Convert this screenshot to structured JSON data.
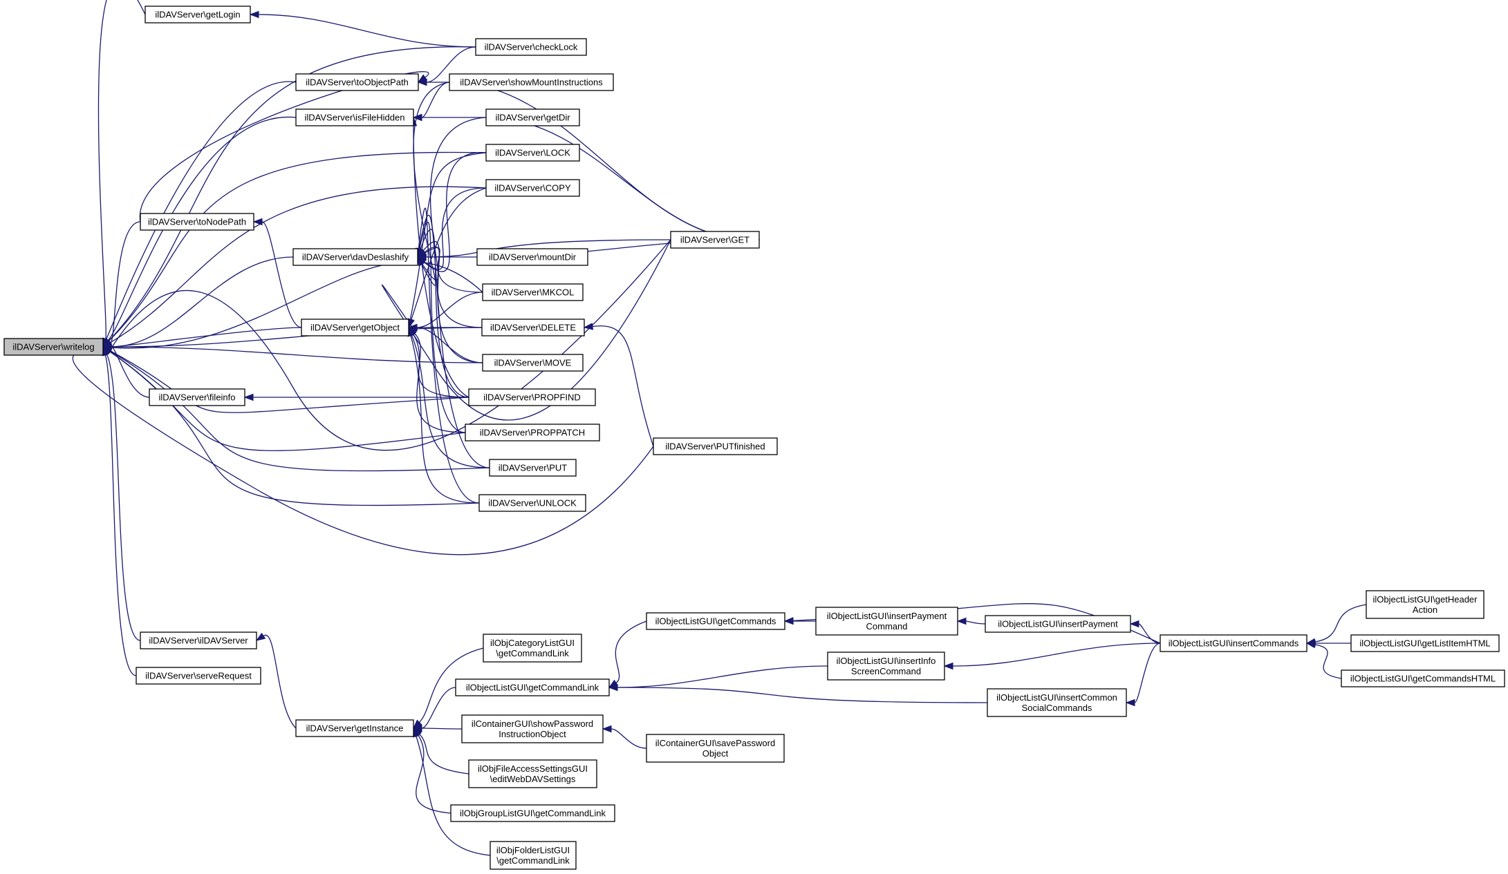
{
  "diagram": {
    "type": "call-graph",
    "root": "writelog",
    "colors": {
      "edge": "#191970",
      "root_fill": "#bfbfbf",
      "node_fill": "#ffffff",
      "node_border": "#000000"
    },
    "nodes": [
      {
        "id": "writelog",
        "lines": [
          "ilDAVServer\\writelog"
        ]
      },
      {
        "id": "getLogin",
        "lines": [
          "ilDAVServer\\getLogin"
        ]
      },
      {
        "id": "toObjectPath",
        "lines": [
          "ilDAVServer\\toObjectPath"
        ]
      },
      {
        "id": "isFileHidden",
        "lines": [
          "ilDAVServer\\isFileHidden"
        ]
      },
      {
        "id": "toNodePath",
        "lines": [
          "ilDAVServer\\toNodePath"
        ]
      },
      {
        "id": "davDeslashify",
        "lines": [
          "ilDAVServer\\davDeslashify"
        ]
      },
      {
        "id": "getObject",
        "lines": [
          "ilDAVServer\\getObject"
        ]
      },
      {
        "id": "fileinfo",
        "lines": [
          "ilDAVServer\\fileinfo"
        ]
      },
      {
        "id": "ilDAVServer_ctor",
        "lines": [
          "ilDAVServer\\ilDAVServer"
        ]
      },
      {
        "id": "serveRequest",
        "lines": [
          "ilDAVServer\\serveRequest"
        ]
      },
      {
        "id": "checkLock",
        "lines": [
          "ilDAVServer\\checkLock"
        ]
      },
      {
        "id": "showMountInstructions",
        "lines": [
          "ilDAVServer\\showMountInstructions"
        ]
      },
      {
        "id": "getDir",
        "lines": [
          "ilDAVServer\\getDir"
        ]
      },
      {
        "id": "LOCK",
        "lines": [
          "ilDAVServer\\LOCK"
        ]
      },
      {
        "id": "COPY",
        "lines": [
          "ilDAVServer\\COPY"
        ]
      },
      {
        "id": "mountDir",
        "lines": [
          "ilDAVServer\\mountDir"
        ]
      },
      {
        "id": "MKCOL",
        "lines": [
          "ilDAVServer\\MKCOL"
        ]
      },
      {
        "id": "DELETE",
        "lines": [
          "ilDAVServer\\DELETE"
        ]
      },
      {
        "id": "MOVE",
        "lines": [
          "ilDAVServer\\MOVE"
        ]
      },
      {
        "id": "PROPFIND",
        "lines": [
          "ilDAVServer\\PROPFIND"
        ]
      },
      {
        "id": "PROPPATCH",
        "lines": [
          "ilDAVServer\\PROPPATCH"
        ]
      },
      {
        "id": "PUT",
        "lines": [
          "ilDAVServer\\PUT"
        ]
      },
      {
        "id": "UNLOCK",
        "lines": [
          "ilDAVServer\\UNLOCK"
        ]
      },
      {
        "id": "GET",
        "lines": [
          "ilDAVServer\\GET"
        ]
      },
      {
        "id": "PUTfinished",
        "lines": [
          "ilDAVServer\\PUTfinished"
        ]
      },
      {
        "id": "getInstance",
        "lines": [
          "ilDAVServer\\getInstance"
        ]
      },
      {
        "id": "catGetCommandLink",
        "lines": [
          "ilObjCategoryListGUI",
          "\\getCommandLink"
        ]
      },
      {
        "id": "olGetCommandLink",
        "lines": [
          "ilObjectListGUI\\getCommandLink"
        ]
      },
      {
        "id": "showPasswordInstruction",
        "lines": [
          "ilContainerGUI\\showPassword",
          "InstructionObject"
        ]
      },
      {
        "id": "editWebDAVSettings",
        "lines": [
          "ilObjFileAccessSettingsGUI",
          "\\editWebDAVSettings"
        ]
      },
      {
        "id": "grpGetCommandLink",
        "lines": [
          "ilObjGroupListGUI\\getCommandLink"
        ]
      },
      {
        "id": "fldGetCommandLink",
        "lines": [
          "ilObjFolderListGUI",
          "\\getCommandLink"
        ]
      },
      {
        "id": "savePassword",
        "lines": [
          "ilContainerGUI\\savePassword",
          "Object"
        ]
      },
      {
        "id": "getCommands",
        "lines": [
          "ilObjectListGUI\\getCommands"
        ]
      },
      {
        "id": "insertPaymentCommand",
        "lines": [
          "ilObjectListGUI\\insertPayment",
          "Command"
        ]
      },
      {
        "id": "insertPayment",
        "lines": [
          "ilObjectListGUI\\insertPayment"
        ]
      },
      {
        "id": "insertInfoScreen",
        "lines": [
          "ilObjectListGUI\\insertInfo",
          "ScreenCommand"
        ]
      },
      {
        "id": "insertCommonSocial",
        "lines": [
          "ilObjectListGUI\\insertCommon",
          "SocialCommands"
        ]
      },
      {
        "id": "insertCommands",
        "lines": [
          "ilObjectListGUI\\insertCommands"
        ]
      },
      {
        "id": "getHeaderAction",
        "lines": [
          "ilObjectListGUI\\getHeader",
          "Action"
        ]
      },
      {
        "id": "getListItemHTML",
        "lines": [
          "ilObjectListGUI\\getListItemHTML"
        ]
      },
      {
        "id": "getCommandsHTML",
        "lines": [
          "ilObjectListGUI\\getCommandsHTML"
        ]
      }
    ],
    "edges": [
      [
        "getLogin",
        "writelog"
      ],
      [
        "checkLock",
        "writelog"
      ],
      [
        "toObjectPath",
        "writelog"
      ],
      [
        "isFileHidden",
        "writelog"
      ],
      [
        "LOCK",
        "writelog"
      ],
      [
        "COPY",
        "writelog"
      ],
      [
        "toNodePath",
        "writelog"
      ],
      [
        "MKCOL",
        "writelog"
      ],
      [
        "davDeslashify",
        "writelog"
      ],
      [
        "DELETE",
        "writelog"
      ],
      [
        "getObject",
        "writelog"
      ],
      [
        "MOVE",
        "writelog"
      ],
      [
        "fileinfo",
        "writelog"
      ],
      [
        "PROPFIND",
        "writelog"
      ],
      [
        "PROPPATCH",
        "writelog"
      ],
      [
        "PUT",
        "writelog"
      ],
      [
        "UNLOCK",
        "writelog"
      ],
      [
        "GET",
        "writelog"
      ],
      [
        "PUTfinished",
        "writelog"
      ],
      [
        "ilDAVServer_ctor",
        "writelog"
      ],
      [
        "serveRequest",
        "writelog"
      ],
      [
        "checkLock",
        "getLogin"
      ],
      [
        "checkLock",
        "toObjectPath"
      ],
      [
        "showMountInstructions",
        "toObjectPath"
      ],
      [
        "toNodePath",
        "toObjectPath"
      ],
      [
        "showMountInstructions",
        "isFileHidden"
      ],
      [
        "getDir",
        "isFileHidden"
      ],
      [
        "PROPFIND",
        "isFileHidden"
      ],
      [
        "getObject",
        "toNodePath"
      ],
      [
        "showMountInstructions",
        "davDeslashify"
      ],
      [
        "getDir",
        "davDeslashify"
      ],
      [
        "LOCK",
        "davDeslashify"
      ],
      [
        "COPY",
        "davDeslashify"
      ],
      [
        "GET",
        "davDeslashify"
      ],
      [
        "mountDir",
        "davDeslashify"
      ],
      [
        "MKCOL",
        "davDeslashify"
      ],
      [
        "DELETE",
        "davDeslashify"
      ],
      [
        "MOVE",
        "davDeslashify"
      ],
      [
        "PROPFIND",
        "davDeslashify"
      ],
      [
        "PROPPATCH",
        "davDeslashify"
      ],
      [
        "PUT",
        "davDeslashify"
      ],
      [
        "UNLOCK",
        "davDeslashify"
      ],
      [
        "LOCK",
        "getObject"
      ],
      [
        "COPY",
        "getObject"
      ],
      [
        "MKCOL",
        "getObject"
      ],
      [
        "DELETE",
        "getObject"
      ],
      [
        "MOVE",
        "getObject"
      ],
      [
        "PROPFIND",
        "getObject"
      ],
      [
        "PROPPATCH",
        "getObject"
      ],
      [
        "PUT",
        "getObject"
      ],
      [
        "UNLOCK",
        "getObject"
      ],
      [
        "GET",
        "getObject"
      ],
      [
        "PROPFIND",
        "fileinfo"
      ],
      [
        "showMountInstructions",
        "GET"
      ],
      [
        "getDir",
        "GET"
      ],
      [
        "mountDir",
        "GET"
      ],
      [
        "PUTfinished",
        "DELETE"
      ],
      [
        "getInstance",
        "ilDAVServer_ctor"
      ],
      [
        "catGetCommandLink",
        "getInstance"
      ],
      [
        "olGetCommandLink",
        "getInstance"
      ],
      [
        "showPasswordInstruction",
        "getInstance"
      ],
      [
        "editWebDAVSettings",
        "getInstance"
      ],
      [
        "grpGetCommandLink",
        "getInstance"
      ],
      [
        "fldGetCommandLink",
        "getInstance"
      ],
      [
        "savePassword",
        "showPasswordInstruction"
      ],
      [
        "getCommands",
        "olGetCommandLink"
      ],
      [
        "insertInfoScreen",
        "olGetCommandLink"
      ],
      [
        "insertCommonSocial",
        "olGetCommandLink"
      ],
      [
        "insertPaymentCommand",
        "getCommands"
      ],
      [
        "insertCommands",
        "getCommands"
      ],
      [
        "insertPayment",
        "insertPaymentCommand"
      ],
      [
        "insertCommands",
        "insertPayment"
      ],
      [
        "insertCommands",
        "insertInfoScreen"
      ],
      [
        "insertCommands",
        "insertCommonSocial"
      ],
      [
        "getHeaderAction",
        "insertCommands"
      ],
      [
        "getListItemHTML",
        "insertCommands"
      ],
      [
        "getCommandsHTML",
        "insertCommands"
      ]
    ]
  }
}
